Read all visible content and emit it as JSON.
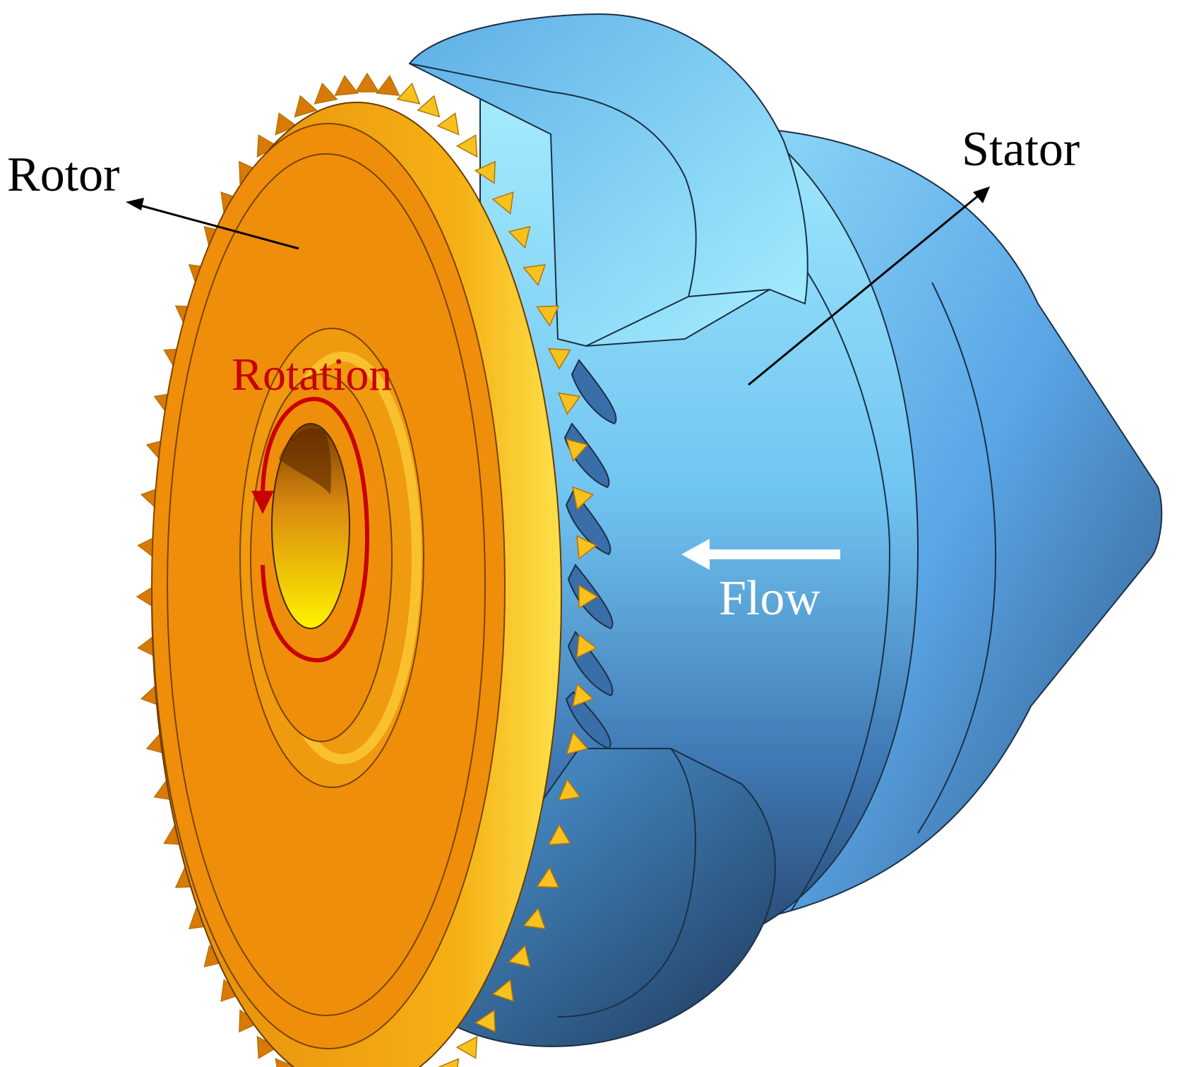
{
  "labels": {
    "rotor": "Rotor",
    "stator": "Stator",
    "rotation": "Rotation",
    "flow": "Flow"
  },
  "colors": {
    "rotor_face": "#ef8e0a",
    "rotor_rim": "#d97a06",
    "blade": "#f7c21e",
    "blade_dark": "#b37408",
    "stator_light": "#9fe6fb",
    "stator_mid": "#6ab7ea",
    "stator_dark": "#2b5a8a",
    "rotation_arrow": "#c80000",
    "flow_arrow": "#ffffff",
    "leader_line": "#000000"
  },
  "rotor_blade_count": 64
}
